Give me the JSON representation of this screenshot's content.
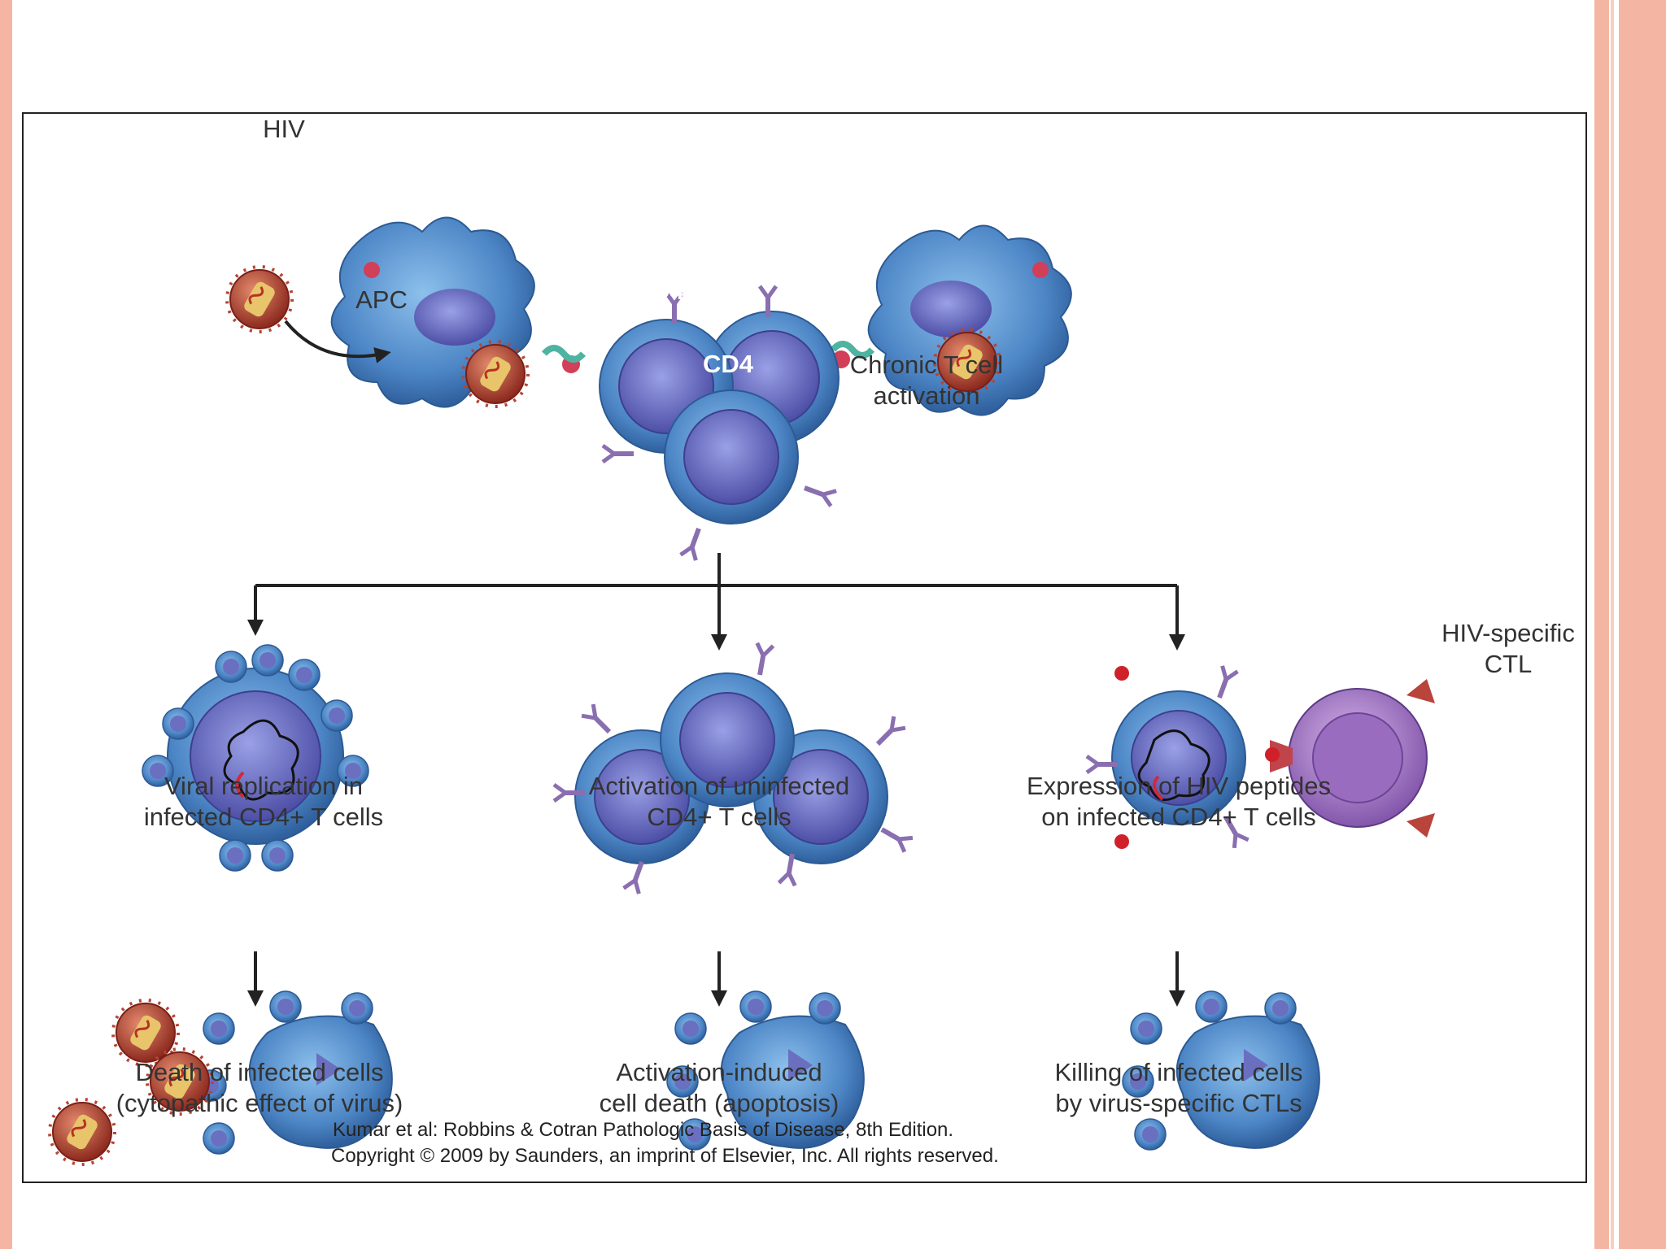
{
  "labels": {
    "hiv": "HIV",
    "apc": "APC",
    "cd4_a": "CD4",
    "cd4_b": "CD4",
    "chronic": "Chronic T cell\nactivation",
    "branch_left": "Viral replication in\ninfected CD4+ T cells",
    "branch_mid": "Activation of uninfected\nCD4+ T cells",
    "branch_right": "Expression of HIV peptides\non infected CD4+ T cells",
    "hiv_ctl": "HIV-specific\nCTL",
    "outcome_left": "Death of infected cells\n(cytopathic effect of virus)",
    "outcome_mid": "Activation-induced\ncell death (apoptosis)",
    "outcome_right": "Killing of infected cells\nby virus-specific CTLs",
    "credit_line1": "Kumar et al: Robbins & Cotran Pathologic Basis of Disease, 8th Edition.",
    "credit_line2": "Copyright © 2009 by Saunders, an imprint of Elsevier, Inc. All rights reserved."
  },
  "colors": {
    "cell_blue": "#5b93cf",
    "nucleus_purple": "#6a6fc0",
    "virus_red": "#b8302a",
    "ctl_purple": "#a57bc6",
    "slide_accent": "#f4b6a2"
  }
}
